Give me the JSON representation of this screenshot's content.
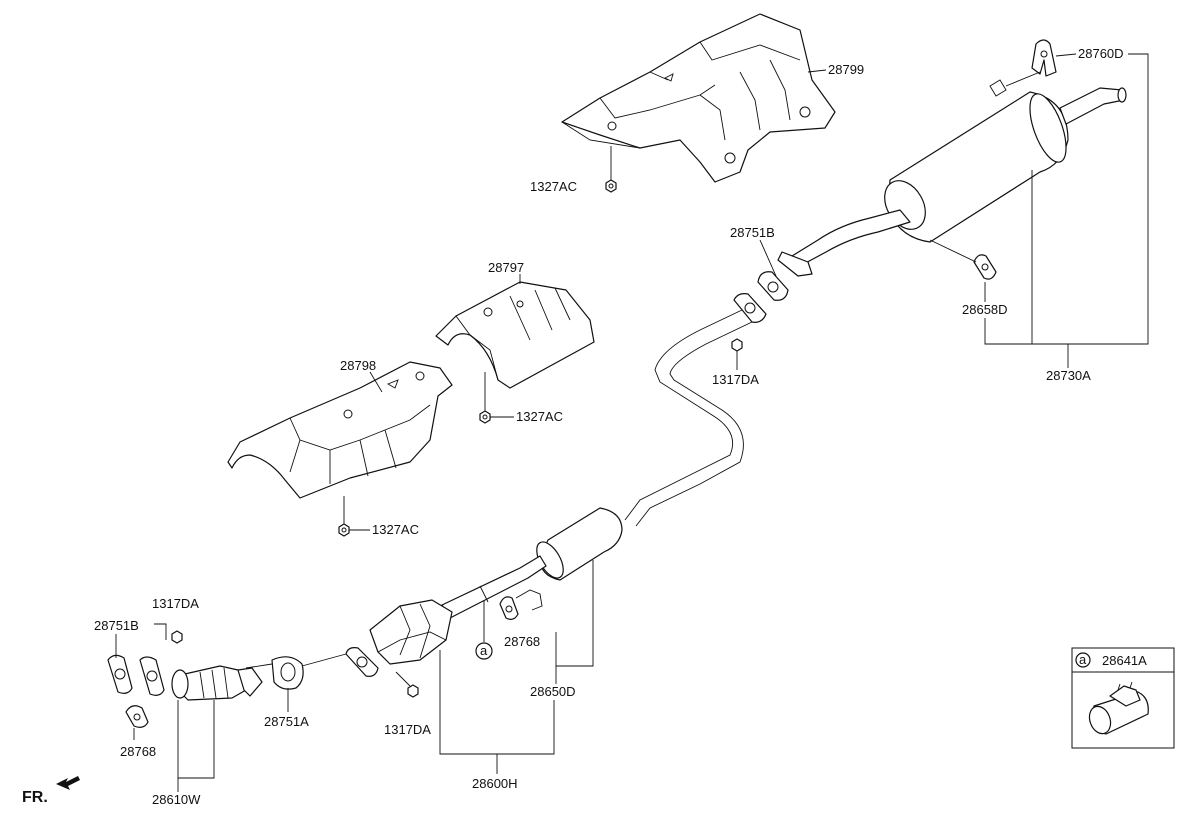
{
  "labels": {
    "p28799": "28799",
    "p1327AC_top": "1327AC",
    "p28760D": "28760D",
    "p28751B_upper": "28751B",
    "p28658D": "28658D",
    "p28730A": "28730A",
    "p28797": "28797",
    "p28798": "28798",
    "p1327AC_mid": "1327AC",
    "p1327AC_low": "1327AC",
    "p1317DA_upper": "1317DA",
    "p1317DA_left": "1317DA",
    "p28751B_left": "28751B",
    "p28768_left": "28768",
    "p28610W": "28610W",
    "p28751A": "28751A",
    "p1317DA_low": "1317DA",
    "p28600H": "28600H",
    "p28768_mid": "28768",
    "p28650D": "28650D",
    "ref_a_pipe": "a",
    "inset_ref": "a",
    "inset_part": "28641A",
    "front_marker": "FR."
  }
}
